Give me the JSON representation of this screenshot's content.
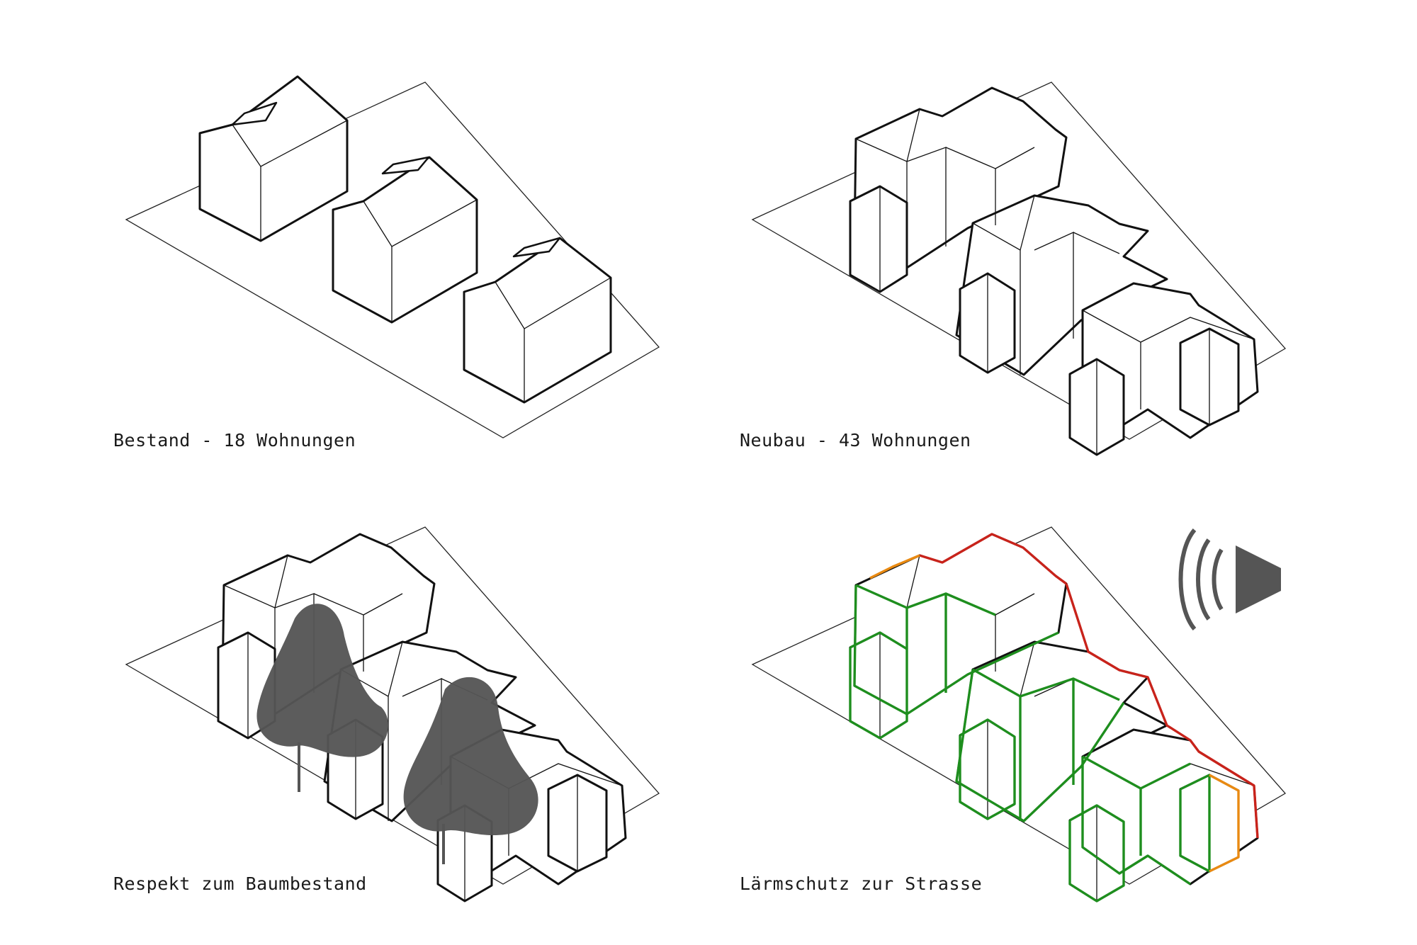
{
  "panels": [
    {
      "id": "bestand",
      "caption": "Bestand - 18 Wohnungen"
    },
    {
      "id": "neubau",
      "caption": "Neubau - 43 Wohnungen"
    },
    {
      "id": "baumbestand",
      "caption": "Respekt zum Baumbestand"
    },
    {
      "id": "laermschutz",
      "caption": "Lärmschutz zur Strasse"
    }
  ],
  "icons": {
    "trees": "tree-icon",
    "noise": "speaker-icon"
  },
  "colors": {
    "line": "#111111",
    "tree_fill": "#555555",
    "speaker_fill": "#555555",
    "quiet_facade": "#1e8e1e",
    "loud_facade": "#c8231b",
    "medium_facade": "#e98a12"
  }
}
